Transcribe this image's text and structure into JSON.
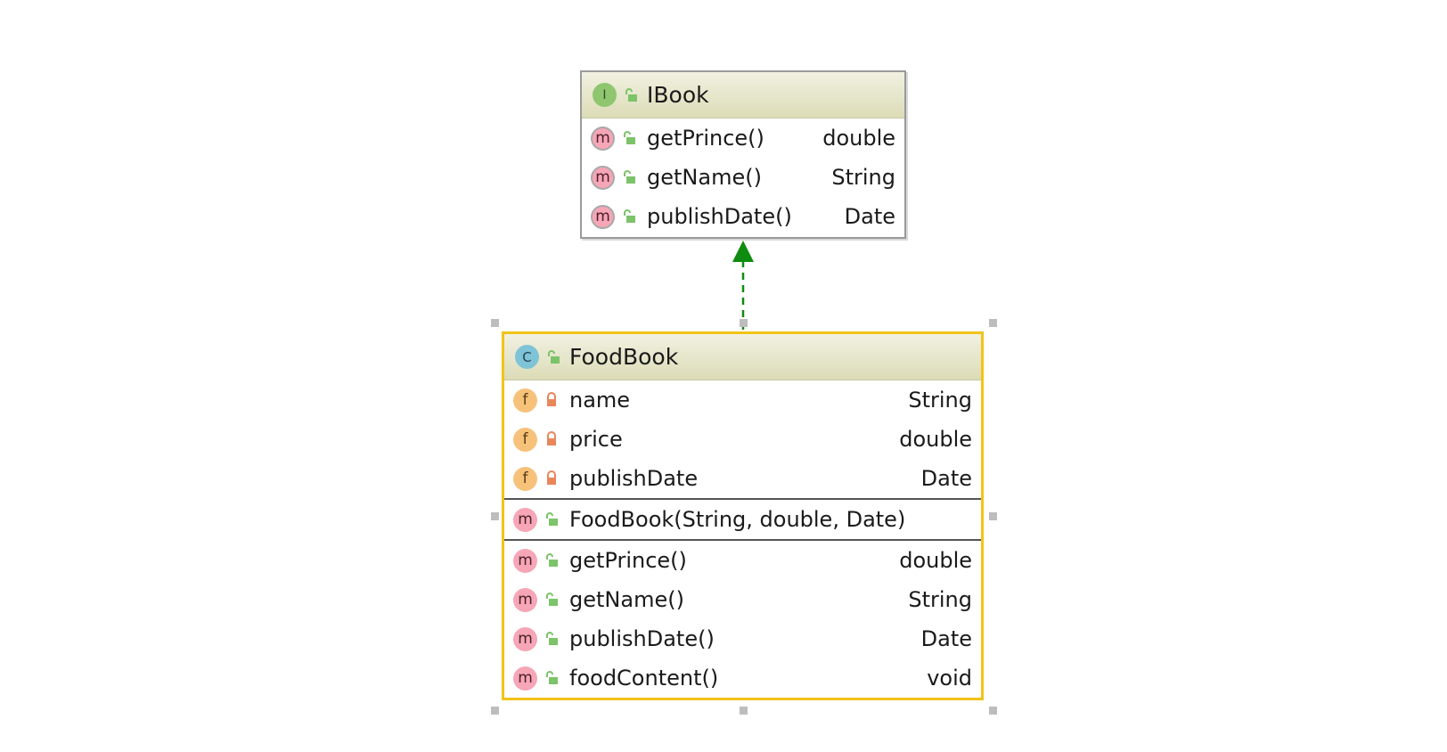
{
  "colors": {
    "selection_border": "#f2c318",
    "header_gradient_top": "#f1f1e2",
    "header_gradient_bottom": "#dcdcb7",
    "implements_arrow": "#0f8c0f",
    "public_lock": "#7cc36a",
    "private_lock": "#e9865a"
  },
  "ibook": {
    "kind": "I",
    "kind_icon": "interface-icon",
    "title": "IBook",
    "methods": [
      {
        "badge": "m",
        "name": "getPrince()",
        "type": "double",
        "visibility": "public"
      },
      {
        "badge": "m",
        "name": "getName()",
        "type": "String",
        "visibility": "public"
      },
      {
        "badge": "m",
        "name": "publishDate()",
        "type": "Date",
        "visibility": "public"
      }
    ]
  },
  "foodbook": {
    "kind": "C",
    "kind_icon": "class-icon",
    "title": "FoodBook",
    "fields": [
      {
        "badge": "f",
        "name": "name",
        "type": "String",
        "visibility": "private"
      },
      {
        "badge": "f",
        "name": "price",
        "type": "double",
        "visibility": "private"
      },
      {
        "badge": "f",
        "name": "publishDate",
        "type": "Date",
        "visibility": "private"
      }
    ],
    "constructors": [
      {
        "badge": "m",
        "name": "FoodBook(String, double, Date)",
        "visibility": "public"
      }
    ],
    "methods": [
      {
        "badge": "m",
        "name": "getPrince()",
        "type": "double",
        "visibility": "public"
      },
      {
        "badge": "m",
        "name": "getName()",
        "type": "String",
        "visibility": "public"
      },
      {
        "badge": "m",
        "name": "publishDate()",
        "type": "Date",
        "visibility": "public"
      },
      {
        "badge": "m",
        "name": "foodContent()",
        "type": "void",
        "visibility": "public"
      }
    ]
  },
  "relationship": {
    "kind": "implements",
    "from": "FoodBook",
    "to": "IBook"
  }
}
